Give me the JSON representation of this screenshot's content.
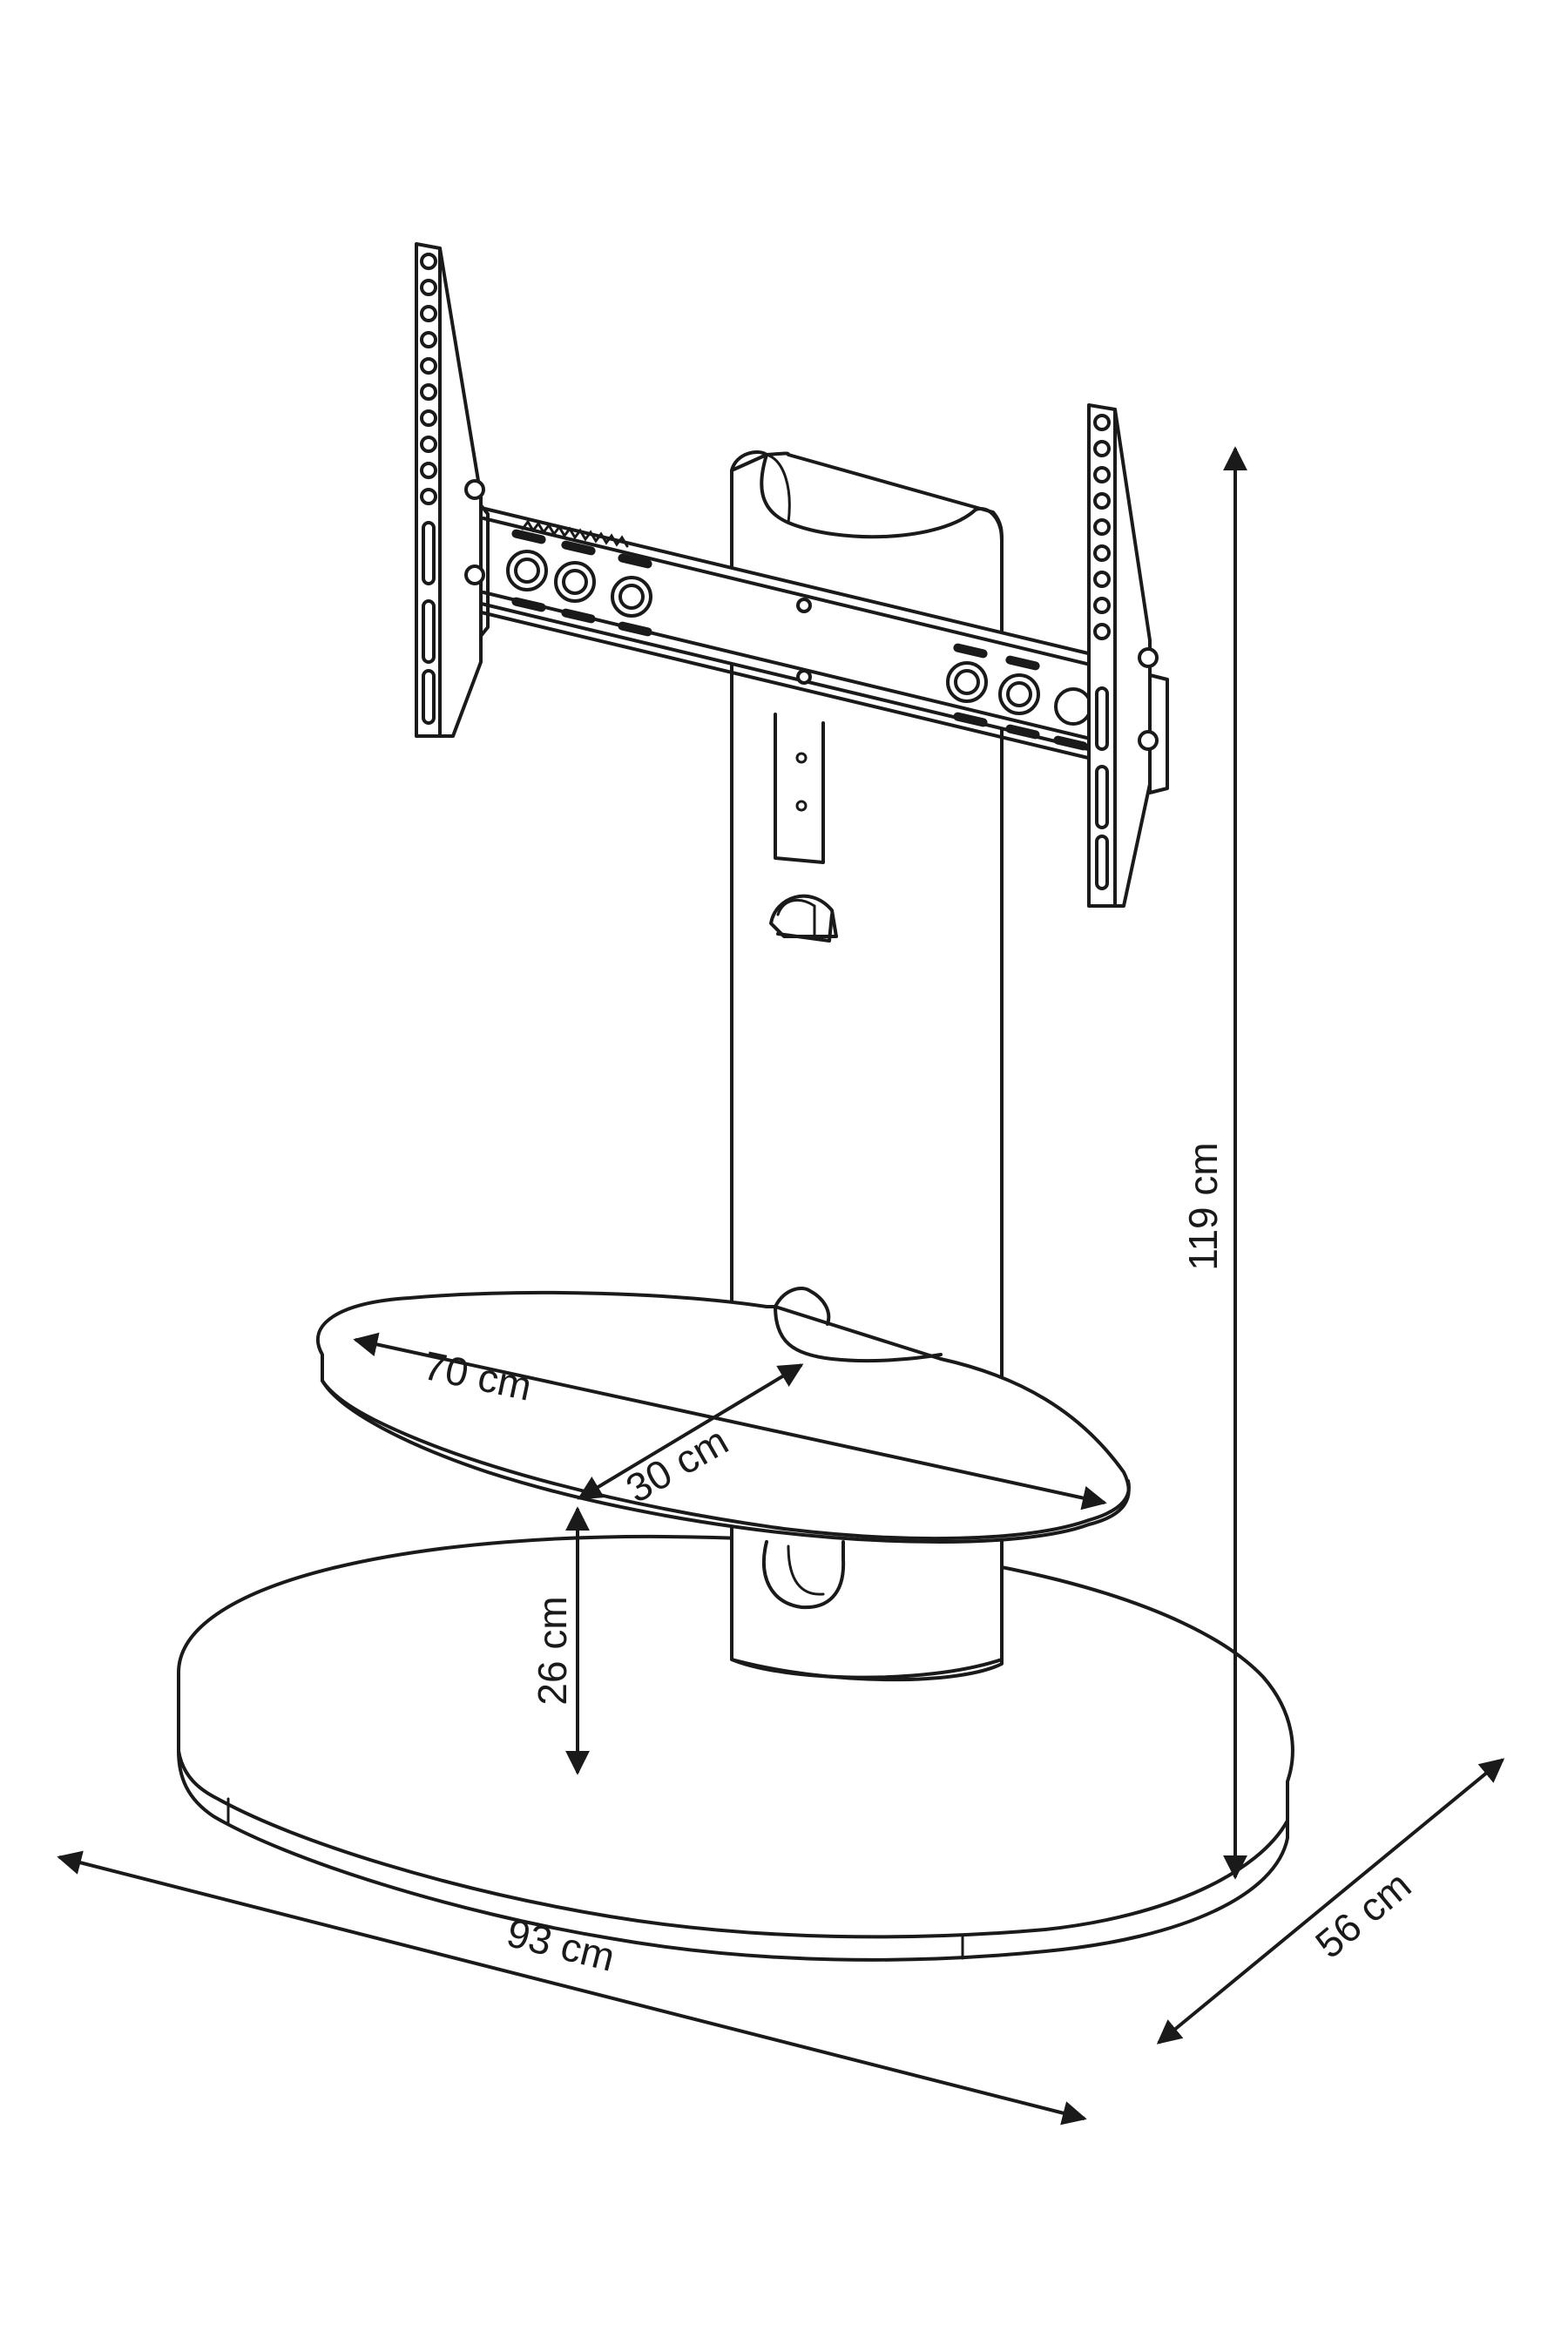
{
  "dimensions": {
    "height": "119 cm",
    "shelf_width": "70 cm",
    "shelf_depth": "30 cm",
    "shelf_height": "26 cm",
    "base_width": "93 cm",
    "base_depth": "56 cm"
  },
  "colors": {
    "line": "#1a1a1a",
    "background": "#ffffff"
  }
}
